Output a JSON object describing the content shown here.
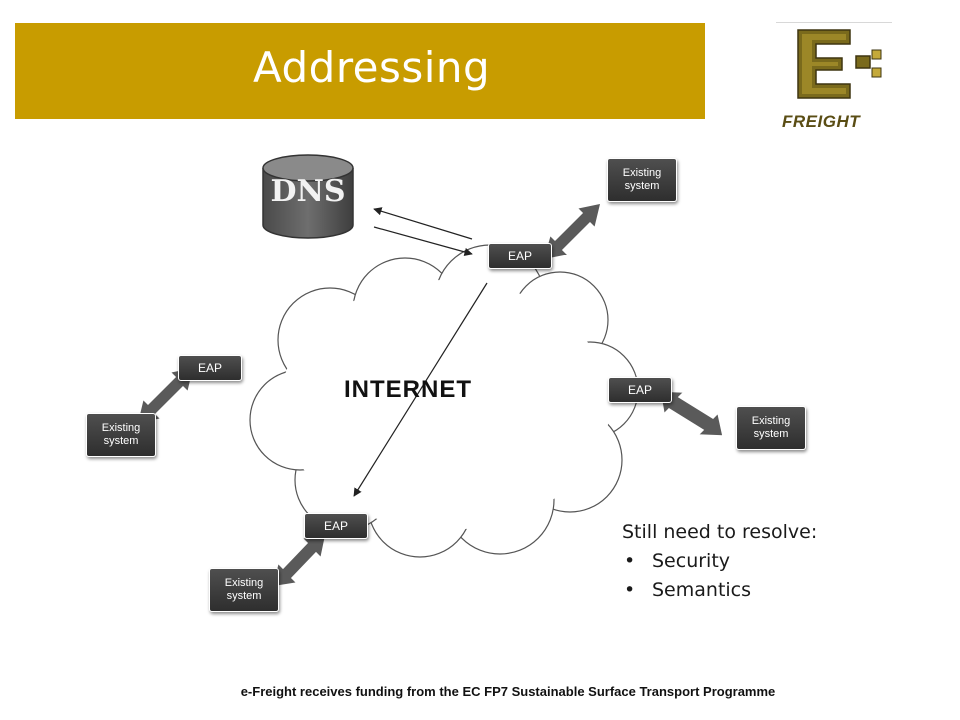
{
  "slide": {
    "title": "Addressing",
    "logo": {
      "word": "FREIGHT",
      "letters": "E-",
      "brand_color": "#c89c00"
    },
    "accent_color": "#c89c00",
    "footer": "e-Freight receives funding from the EC FP7 Sustainable Surface Transport Programme"
  },
  "diagram": {
    "dns_label": "DNS",
    "cloud_label": "INTERNET",
    "eap_nodes": [
      {
        "label": "EAP"
      },
      {
        "label": "EAP"
      },
      {
        "label": "EAP"
      },
      {
        "label": "EAP"
      }
    ],
    "systems": [
      {
        "label": "Existing system"
      },
      {
        "label": "Existing system"
      },
      {
        "label": "Existing system"
      },
      {
        "label": "Existing system"
      }
    ]
  },
  "notes": {
    "heading": "Still need to resolve:",
    "bullets": [
      "Security",
      "Semantics"
    ]
  }
}
